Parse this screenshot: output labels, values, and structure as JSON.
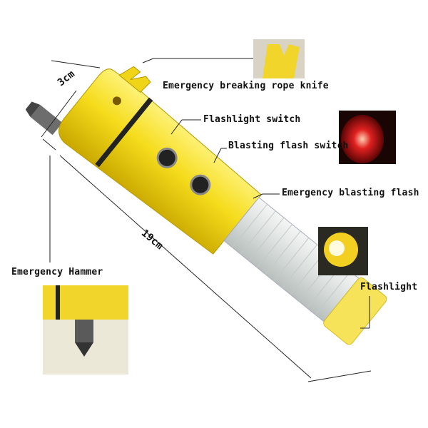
{
  "labels": {
    "width_dim": "3cm",
    "length_dim": "19cm",
    "rope_knife": "Emergency breaking rope knife",
    "flashlight_switch": "Flashlight switch",
    "blasting_switch": "Blasting flash switch",
    "blasting_flash": "Emergency blasting flash",
    "hammer": "Emergency Hammer",
    "flashlight": "Flashlight"
  },
  "colors": {
    "body_yellow": "#f5dc1c",
    "lens_clear": "#e4e8e6",
    "red_flash": "#d81818",
    "line": "#222222"
  }
}
